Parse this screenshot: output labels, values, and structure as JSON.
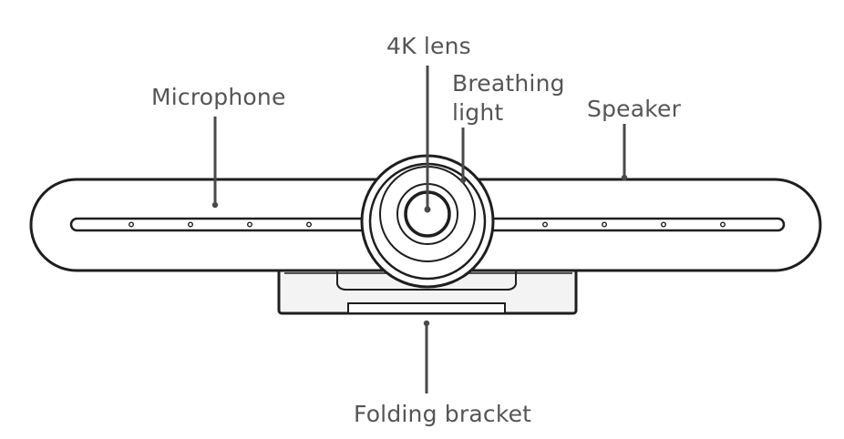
{
  "diagram": {
    "labels": {
      "lens": "4K lens",
      "breathing_line1": "Breathing",
      "breathing_line2": "light",
      "microphone": "Microphone",
      "speaker": "Speaker",
      "bracket": "Folding bracket"
    },
    "colors": {
      "stroke": "#1e1e1e",
      "leader": "#4a4a4a",
      "label_text": "#555555",
      "bracket_fill": "#f3f3f3",
      "background": "#ffffff"
    }
  }
}
